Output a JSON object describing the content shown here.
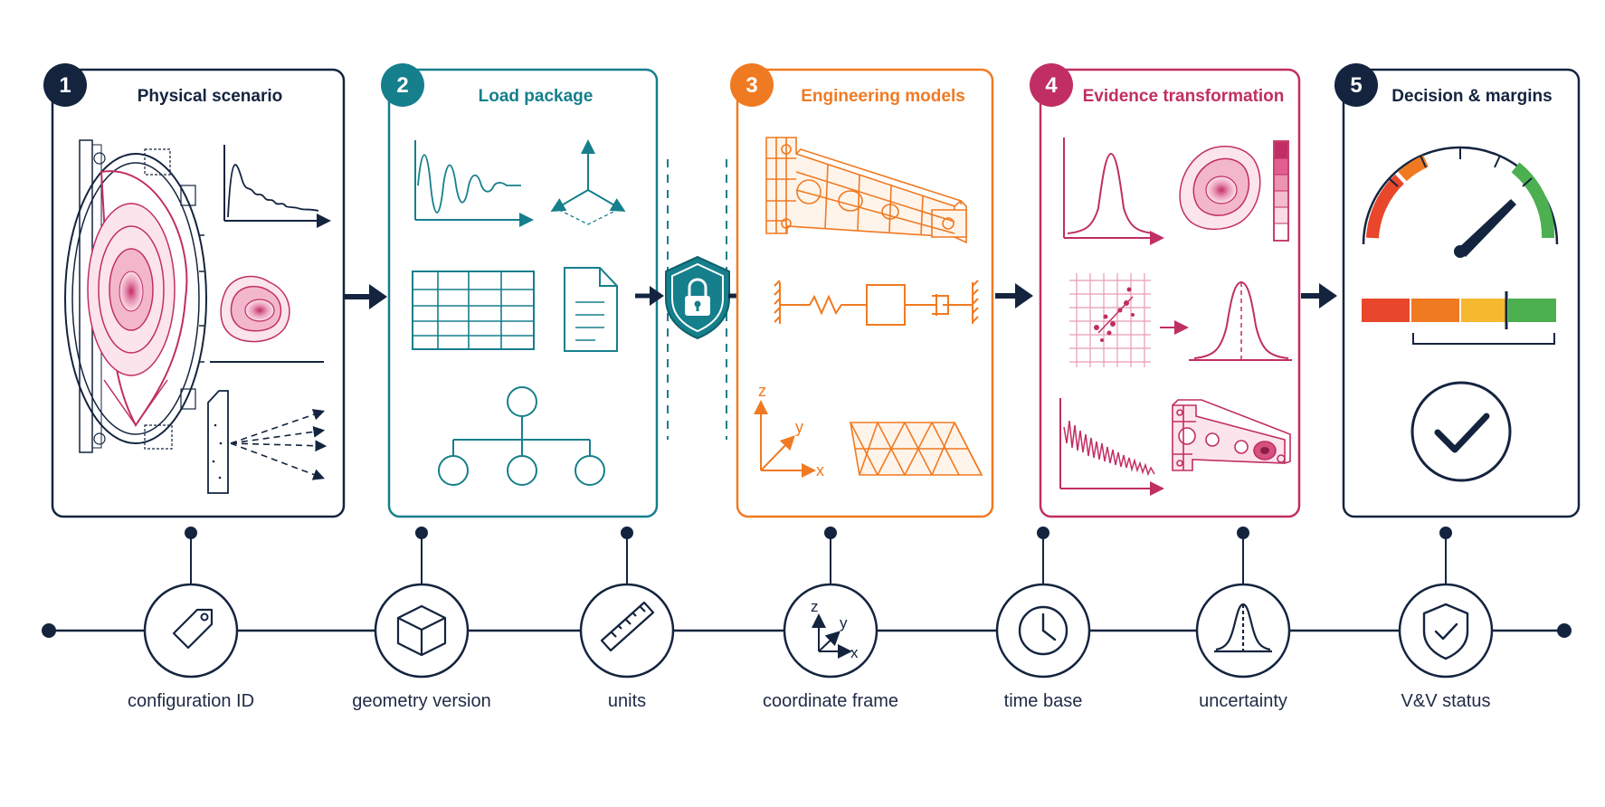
{
  "stages": [
    {
      "number": "1",
      "title": "Physical scenario",
      "color": "#14243f"
    },
    {
      "number": "2",
      "title": "Load package",
      "color": "#167f8c"
    },
    {
      "number": "3",
      "title": "Engineering models",
      "color": "#f07a22"
    },
    {
      "number": "4",
      "title": "Evidence transformation",
      "color": "#c12e63"
    },
    {
      "number": "5",
      "title": "Decision & margins",
      "color": "#14243f"
    }
  ],
  "track": [
    {
      "label": "configuration ID",
      "icon": "tag-icon"
    },
    {
      "label": "geometry version",
      "icon": "cube-icon"
    },
    {
      "label": "units",
      "icon": "ruler-icon"
    },
    {
      "label": "coordinate frame",
      "icon": "axes-icon"
    },
    {
      "label": "time base",
      "icon": "clock-icon"
    },
    {
      "label": "uncertainty",
      "icon": "bell-curve-icon"
    },
    {
      "label": "V&V status",
      "icon": "shield-check-icon"
    }
  ],
  "axis_labels": {
    "x": "x",
    "y": "y",
    "z": "z"
  },
  "colors": {
    "navy": "#14243f",
    "teal": "#167f8c",
    "orange": "#f07a22",
    "crimson": "#c12e63",
    "gauge_red": "#e8472b",
    "gauge_orange": "#f07a22",
    "gauge_yellow": "#f5b82e",
    "gauge_green": "#4caf50"
  },
  "lock_icon": "shield-lock-icon"
}
